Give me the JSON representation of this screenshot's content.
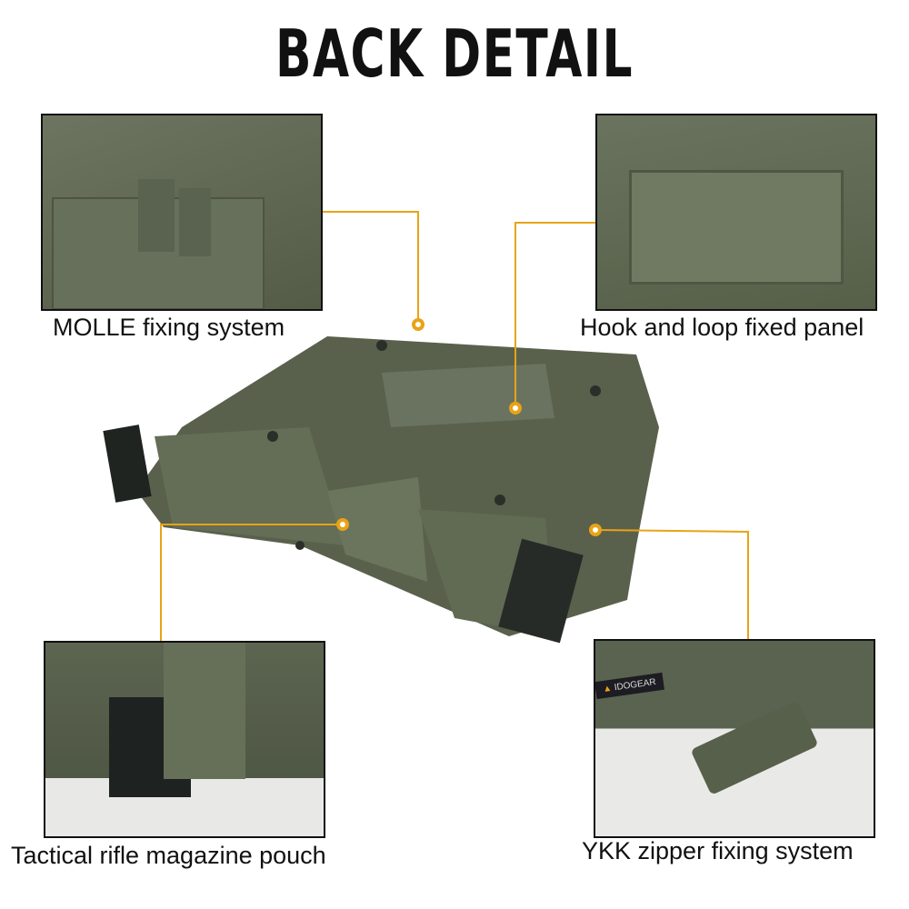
{
  "title": "BACK DETAIL",
  "callouts": [
    {
      "label": "MOLLE fixing system"
    },
    {
      "label": "Hook and loop fixed panel"
    },
    {
      "label": "Tactical rifle magazine pouch"
    },
    {
      "label": "YKK zipper fixing system"
    }
  ],
  "brand_logo": "IDOGEAR",
  "colors": {
    "accent": "#e8a317",
    "fabric": "#5d6650",
    "text": "#111111"
  }
}
